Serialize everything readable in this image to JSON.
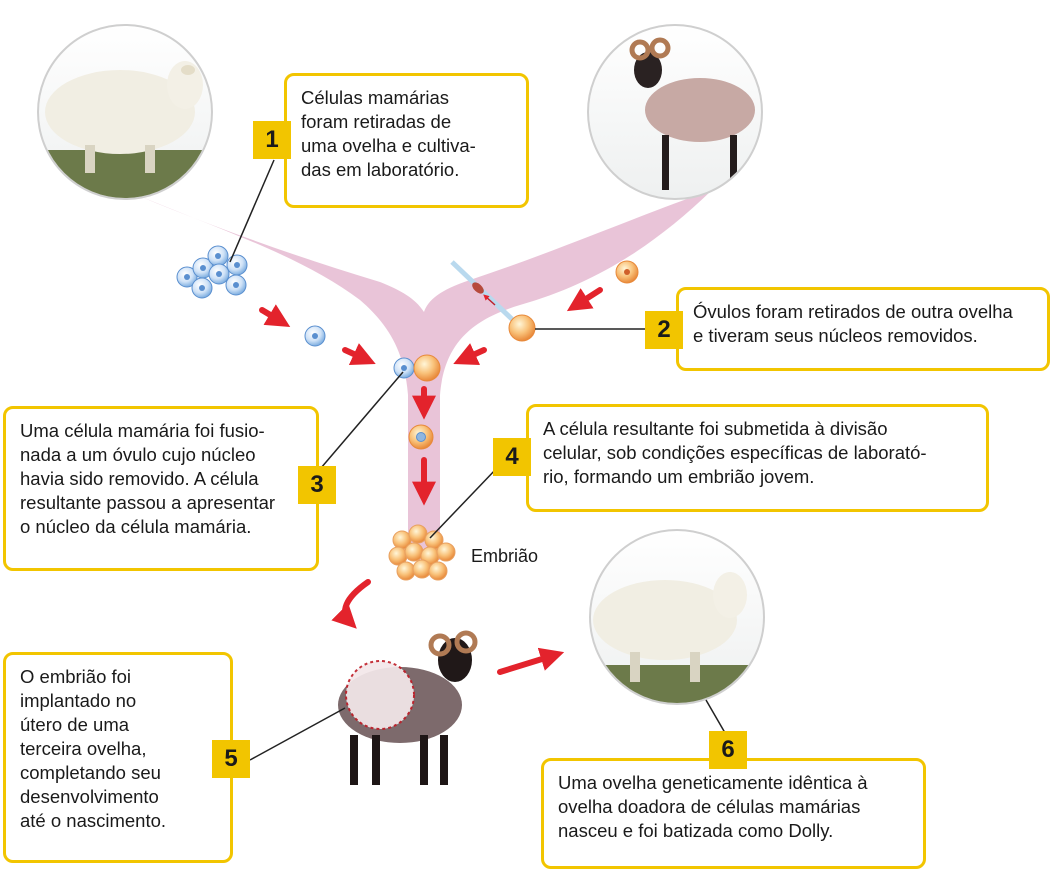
{
  "steps": [
    {
      "number": "1",
      "text": "Células mamárias\nforam retiradas de\numa ovelha e cultiva-\ndas em laboratório."
    },
    {
      "number": "2",
      "text": "Óvulos foram retirados de outra ovelha\ne tiveram seus núcleos removidos."
    },
    {
      "number": "3",
      "text": "Uma célula mamária foi fusio-\nnada a um óvulo cujo núcleo\nhavia sido removido. A célula\nresultante passou a apresentar\no núcleo da célula mamária."
    },
    {
      "number": "4",
      "text": "A célula resultante foi submetida à divisão\ncelular, sob condições específicas de laborató-\nrio, formando um embrião jovem."
    },
    {
      "number": "5",
      "text": "O embrião foi\nimplantado no\nútero de uma\nterceira ovelha,\ncompletando seu\ndesenvolvimento\naté o nascimento."
    },
    {
      "number": "6",
      "text": "Uma ovelha geneticamente idêntica à\novelha doadora de células mamárias\nnasceu e foi batizada como Dolly."
    }
  ],
  "labels": {
    "embryo": "Embrião"
  },
  "colors": {
    "accent_yellow": "#f2c500",
    "funnel_pink": "#e8c1d6",
    "arrow_red": "#e3232c",
    "egg_orange": "#f7b76a",
    "mammary_blue": "#9cc4ea"
  }
}
